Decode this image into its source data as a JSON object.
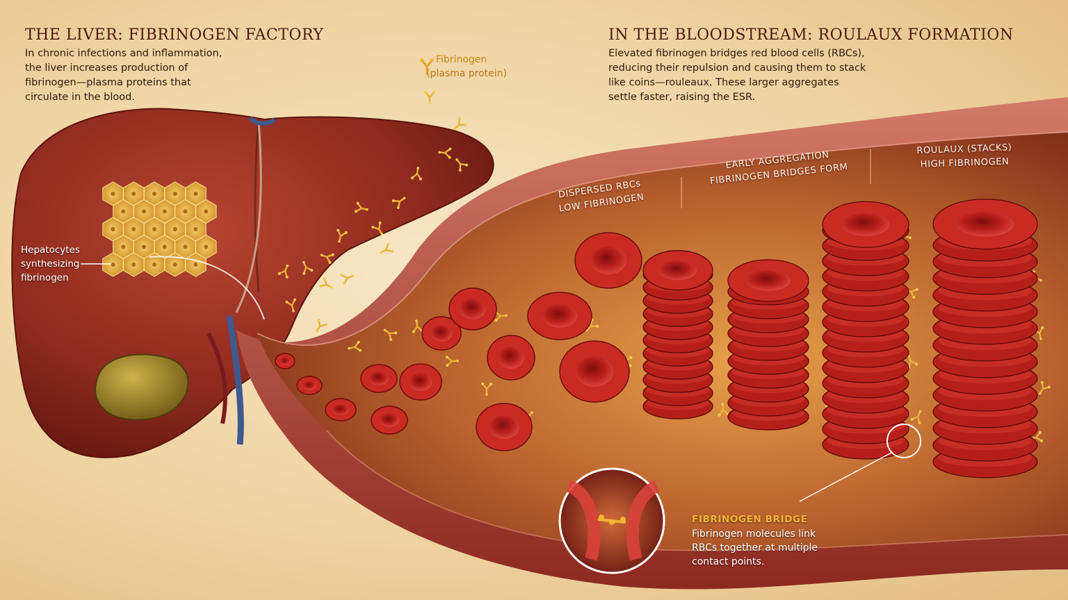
{
  "liver_section": {
    "title": "THE LIVER: FIBRINOGEN FACTORY",
    "description_lines": [
      "In chronic infections and inflammation,",
      "the liver increases production of",
      "fibrinogen—plasma proteins that",
      "circulate in the blood."
    ],
    "hepatocyte_label_lines": [
      "Hepatocytes",
      "synthesizing",
      "fibrinogen"
    ]
  },
  "fibrinogen_legend": {
    "label": "Fibrinogen",
    "sublabel": "(plasma protein)",
    "icon": "fibrinogen-molecule-icon"
  },
  "bloodstream_section": {
    "title": "IN THE BLOODSTREAM: ROULAUX FORMATION",
    "description_lines": [
      "Elevated fibrinogen bridges red blood cells (RBCs),",
      "reducing their repulsion and causing them to stack",
      "like coins—rouleaux. These larger aggregates",
      "settle faster, raising the ESR."
    ],
    "stages": [
      {
        "line1": "DISPERSED RBCs",
        "line2": "LOW FIBRINOGEN"
      },
      {
        "line1": "EARLY AGGREGATION",
        "line2": "FIBRINOGEN BRIDGES FORM"
      },
      {
        "line1": "ROULAUX (STACKS)",
        "line2": "HIGH FIBRINOGEN"
      }
    ]
  },
  "fibrinogen_bridge": {
    "title": "FIBRINOGEN BRIDGE",
    "description_lines": [
      "Fibrinogen molecules link",
      "RBCs together at multiple",
      "contact points."
    ]
  },
  "colors": {
    "liver": "#8e2a1e",
    "vessel_wall": "#b0453a",
    "rbc": "#b81f1c",
    "fibrinogen": "#e9b23a",
    "title_text": "#4a1a0d",
    "accent_gold": "#f2b431"
  }
}
